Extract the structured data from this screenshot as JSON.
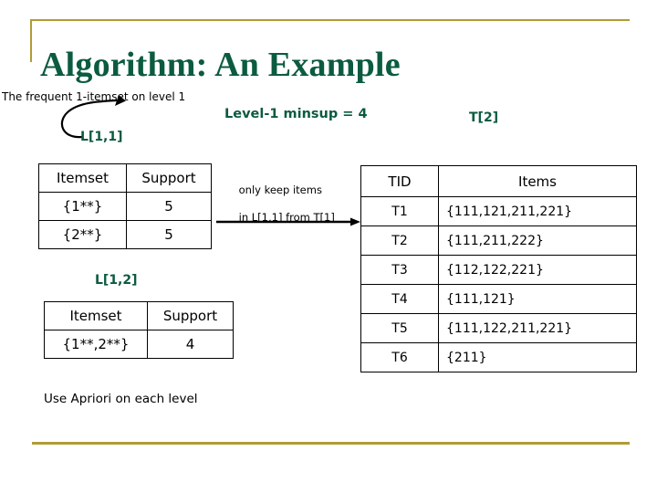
{
  "slide": {
    "title": "Algorithm: An Example",
    "accent_gold": "#b09c36",
    "accent_green": "#0b5b40",
    "footer_note": "Use Apriori on each level"
  },
  "annotations": {
    "top_note": "The frequent 1-itemset on level 1",
    "minsup_label": "Level-1 minsup = 4",
    "t2_label": "T[2]",
    "l11_label": "L[1,1]",
    "l12_label": "L[1,2]",
    "keep_note_line1": "only keep items",
    "keep_note_line2": "in L[1,1] from T[1]"
  },
  "table_l11": {
    "name": "L[1,1]",
    "columns": [
      "Itemset",
      "Support"
    ],
    "rows": [
      {
        "itemset": "{1**}",
        "support": "5"
      },
      {
        "itemset": "{2**}",
        "support": "5"
      }
    ]
  },
  "table_l12": {
    "name": "L[1,2]",
    "columns": [
      "Itemset",
      "Support"
    ],
    "rows": [
      {
        "itemset": "{1**,2**}",
        "support": "4"
      }
    ]
  },
  "table_t2": {
    "name": "T[2]",
    "columns": [
      "TID",
      "Items"
    ],
    "rows": [
      {
        "tid": "T1",
        "items": "{111,121,211,221}"
      },
      {
        "tid": "T2",
        "items": "{111,211,222}"
      },
      {
        "tid": "T3",
        "items": "{112,122,221}"
      },
      {
        "tid": "T4",
        "items": "{111,121}"
      },
      {
        "tid": "T5",
        "items": "{111,122,211,221}"
      },
      {
        "tid": "T6",
        "items": "{211}"
      }
    ]
  }
}
